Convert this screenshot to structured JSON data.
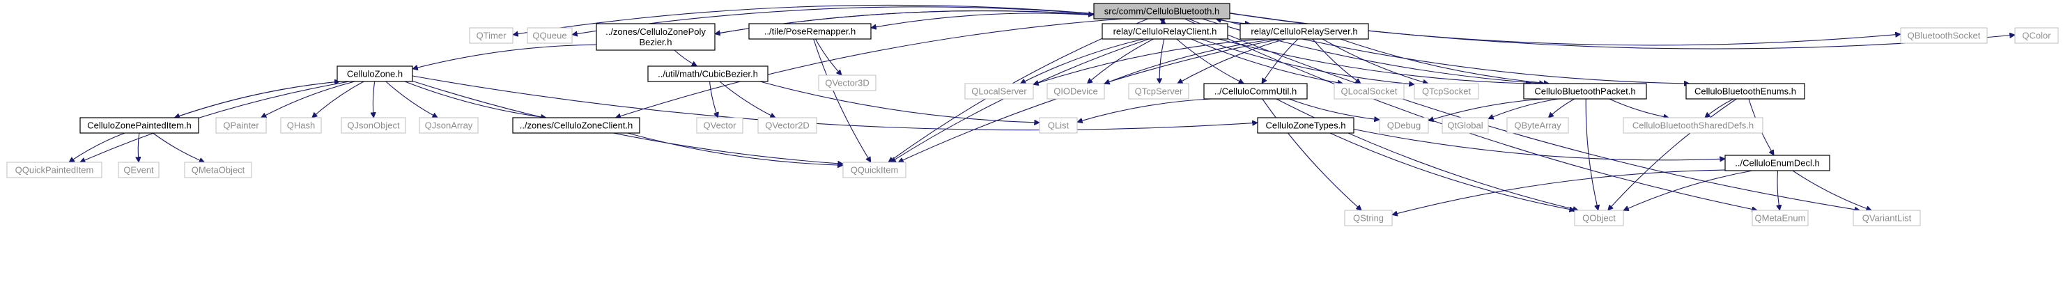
{
  "colors": {
    "edge": "#191970",
    "root_fill": "#bfbfbf",
    "external_text": "#8c8c8c",
    "external_border": "#bfbfbf"
  },
  "nodes": [
    {
      "id": "root",
      "label": [
        "src/comm/CelluloBluetooth.h"
      ],
      "kind": "root"
    },
    {
      "id": "QTimer",
      "label": [
        "QTimer"
      ],
      "kind": "external"
    },
    {
      "id": "QQueue",
      "label": [
        "QQueue"
      ],
      "kind": "external"
    },
    {
      "id": "zonepoly",
      "label": [
        "../zones/CelluloZonePoly",
        "Bezier.h"
      ],
      "kind": "local"
    },
    {
      "id": "poseremap",
      "label": [
        "../tile/PoseRemapper.h"
      ],
      "kind": "local"
    },
    {
      "id": "relayclient",
      "label": [
        "relay/CelluloRelayClient.h"
      ],
      "kind": "local"
    },
    {
      "id": "relayserver",
      "label": [
        "relay/CelluloRelayServer.h"
      ],
      "kind": "local"
    },
    {
      "id": "QBluetoothSocket",
      "label": [
        "QBluetoothSocket"
      ],
      "kind": "external"
    },
    {
      "id": "QColor",
      "label": [
        "QColor"
      ],
      "kind": "external"
    },
    {
      "id": "zone",
      "label": [
        "CelluloZone.h"
      ],
      "kind": "local"
    },
    {
      "id": "cubic",
      "label": [
        "../util/math/CubicBezier.h"
      ],
      "kind": "local"
    },
    {
      "id": "QVector3D",
      "label": [
        "QVector3D"
      ],
      "kind": "external"
    },
    {
      "id": "QLocalServer",
      "label": [
        "QLocalServer"
      ],
      "kind": "external"
    },
    {
      "id": "QIODevice",
      "label": [
        "QIODevice"
      ],
      "kind": "external"
    },
    {
      "id": "QTcpServer",
      "label": [
        "QTcpServer"
      ],
      "kind": "external"
    },
    {
      "id": "commutil",
      "label": [
        "../CelluloCommUtil.h"
      ],
      "kind": "local"
    },
    {
      "id": "QLocalSocket",
      "label": [
        "QLocalSocket"
      ],
      "kind": "external"
    },
    {
      "id": "QTcpSocket",
      "label": [
        "QTcpSocket"
      ],
      "kind": "external"
    },
    {
      "id": "btpacket",
      "label": [
        "CelluloBluetoothPacket.h"
      ],
      "kind": "local"
    },
    {
      "id": "btenums",
      "label": [
        "CelluloBluetoothEnums.h"
      ],
      "kind": "local"
    },
    {
      "id": "painted",
      "label": [
        "CelluloZonePaintedItem.h"
      ],
      "kind": "local"
    },
    {
      "id": "QPainter",
      "label": [
        "QPainter"
      ],
      "kind": "external"
    },
    {
      "id": "QHash",
      "label": [
        "QHash"
      ],
      "kind": "external"
    },
    {
      "id": "QJsonObject",
      "label": [
        "QJsonObject"
      ],
      "kind": "external"
    },
    {
      "id": "QJsonArray",
      "label": [
        "QJsonArray"
      ],
      "kind": "external"
    },
    {
      "id": "zoneclient",
      "label": [
        "../zones/CelluloZoneClient.h"
      ],
      "kind": "local"
    },
    {
      "id": "QVector",
      "label": [
        "QVector"
      ],
      "kind": "external"
    },
    {
      "id": "QVector2D",
      "label": [
        "QVector2D"
      ],
      "kind": "external"
    },
    {
      "id": "QList",
      "label": [
        "QList"
      ],
      "kind": "external"
    },
    {
      "id": "zonetypes",
      "label": [
        "CelluloZoneTypes.h"
      ],
      "kind": "local"
    },
    {
      "id": "QDebug",
      "label": [
        "QDebug"
      ],
      "kind": "external"
    },
    {
      "id": "QtGlobal",
      "label": [
        "QtGlobal"
      ],
      "kind": "external"
    },
    {
      "id": "QByteArray",
      "label": [
        "QByteArray"
      ],
      "kind": "external"
    },
    {
      "id": "shareddefs",
      "label": [
        "CelluloBluetoothSharedDefs.h"
      ],
      "kind": "external"
    },
    {
      "id": "QQuickPaintedItem",
      "label": [
        "QQuickPaintedItem"
      ],
      "kind": "external"
    },
    {
      "id": "QEvent",
      "label": [
        "QEvent"
      ],
      "kind": "external"
    },
    {
      "id": "QMetaObject",
      "label": [
        "QMetaObject"
      ],
      "kind": "external"
    },
    {
      "id": "QQuickItem",
      "label": [
        "QQuickItem"
      ],
      "kind": "external"
    },
    {
      "id": "enumdecl",
      "label": [
        "../CelluloEnumDecl.h"
      ],
      "kind": "local"
    },
    {
      "id": "QString",
      "label": [
        "QString"
      ],
      "kind": "external"
    },
    {
      "id": "QObject",
      "label": [
        "QObject"
      ],
      "kind": "external"
    },
    {
      "id": "QMetaEnum",
      "label": [
        "QMetaEnum"
      ],
      "kind": "external"
    },
    {
      "id": "QVariantList",
      "label": [
        "QVariantList"
      ],
      "kind": "external"
    }
  ],
  "edges": [
    [
      "root",
      "QTimer"
    ],
    [
      "root",
      "QQueue"
    ],
    [
      "root",
      "zonepoly"
    ],
    [
      "root",
      "poseremap"
    ],
    [
      "root",
      "relayclient"
    ],
    [
      "root",
      "relayserver"
    ],
    [
      "root",
      "QBluetoothSocket"
    ],
    [
      "root",
      "QColor"
    ],
    [
      "root",
      "btpacket"
    ],
    [
      "root",
      "btenums"
    ],
    [
      "root",
      "zoneclient"
    ],
    [
      "root",
      "QQuickItem"
    ],
    [
      "root",
      "QMetaEnum"
    ],
    [
      "root",
      "QVariantList"
    ],
    [
      "zonepoly",
      "zone"
    ],
    [
      "zonepoly",
      "cubic"
    ],
    [
      "zonepoly",
      "root"
    ],
    [
      "poseremap",
      "QVector3D"
    ],
    [
      "poseremap",
      "QQuickItem"
    ],
    [
      "relayclient",
      "root"
    ],
    [
      "relayclient",
      "QLocalServer"
    ],
    [
      "relayclient",
      "QIODevice"
    ],
    [
      "relayclient",
      "QTcpServer"
    ],
    [
      "relayclient",
      "commutil"
    ],
    [
      "relayclient",
      "QLocalSocket"
    ],
    [
      "relayclient",
      "QTcpSocket"
    ],
    [
      "relayclient",
      "btpacket"
    ],
    [
      "relayclient",
      "QQuickItem"
    ],
    [
      "relayserver",
      "root"
    ],
    [
      "relayserver",
      "QLocalServer"
    ],
    [
      "relayserver",
      "QIODevice"
    ],
    [
      "relayserver",
      "QTcpServer"
    ],
    [
      "relayserver",
      "commutil"
    ],
    [
      "relayserver",
      "QLocalSocket"
    ],
    [
      "relayserver",
      "QTcpSocket"
    ],
    [
      "relayserver",
      "btpacket"
    ],
    [
      "relayserver",
      "QQuickItem"
    ],
    [
      "zone",
      "painted"
    ],
    [
      "zone",
      "QPainter"
    ],
    [
      "zone",
      "QHash"
    ],
    [
      "zone",
      "QJsonObject"
    ],
    [
      "zone",
      "QJsonArray"
    ],
    [
      "zone",
      "zoneclient"
    ],
    [
      "zone",
      "zonetypes"
    ],
    [
      "zone",
      "QQuickPaintedItem"
    ],
    [
      "zone",
      "QQuickItem"
    ],
    [
      "painted",
      "zone"
    ],
    [
      "painted",
      "QQuickPaintedItem"
    ],
    [
      "painted",
      "QEvent"
    ],
    [
      "painted",
      "QMetaObject"
    ],
    [
      "cubic",
      "QVector"
    ],
    [
      "cubic",
      "QVector2D"
    ],
    [
      "cubic",
      "QList"
    ],
    [
      "zoneclient",
      "QQuickItem"
    ],
    [
      "commutil",
      "QList"
    ],
    [
      "commutil",
      "QDebug"
    ],
    [
      "commutil",
      "QString"
    ],
    [
      "commutil",
      "QObject"
    ],
    [
      "btpacket",
      "QDebug"
    ],
    [
      "btpacket",
      "QtGlobal"
    ],
    [
      "btpacket",
      "QByteArray"
    ],
    [
      "btpacket",
      "shareddefs"
    ],
    [
      "btpacket",
      "QObject"
    ],
    [
      "btenums",
      "shareddefs"
    ],
    [
      "btenums",
      "enumdecl"
    ],
    [
      "btenums",
      "QObject"
    ],
    [
      "zonetypes",
      "enumdecl"
    ],
    [
      "zonetypes",
      "QObject"
    ],
    [
      "enumdecl",
      "QString"
    ],
    [
      "enumdecl",
      "QObject"
    ],
    [
      "enumdecl",
      "QMetaEnum"
    ],
    [
      "enumdecl",
      "QVariantList"
    ]
  ]
}
